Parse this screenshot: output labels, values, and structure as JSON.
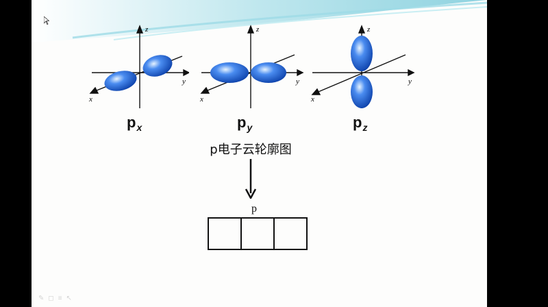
{
  "orbitals": [
    {
      "main": "p",
      "sub": "x"
    },
    {
      "main": "p",
      "sub": "y"
    },
    {
      "main": "p",
      "sub": "z"
    }
  ],
  "axes": {
    "x": "x",
    "y": "y",
    "z": "z"
  },
  "caption": "p电子云轮廓图",
  "box_label": "p",
  "box_count": 3,
  "colors": {
    "lobe": "#1f63d6",
    "lobe_highlight": "#cfe6ff",
    "accent_wave": "#7fd0df"
  },
  "toolbar_icons": [
    "pen-icon",
    "eraser-icon",
    "menu-icon",
    "pointer-icon"
  ]
}
